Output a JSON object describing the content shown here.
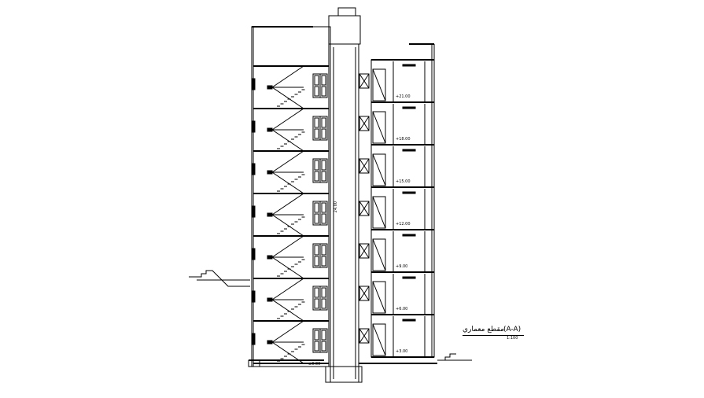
{
  "drawing": {
    "section_title": "مقطع معماري",
    "section_mark": "(A-A)",
    "section_scale": "1:100",
    "floor_count": 7,
    "elevation_tags": [
      "+3.00",
      "+6.00",
      "+9.00",
      "+12.00",
      "+15.00",
      "+18.00",
      "+21.00"
    ],
    "ground_tag": "±0.00",
    "total_height_label": "24.00",
    "colors": {
      "line": "#000000",
      "background": "#ffffff",
      "fill": "#f4f4f4"
    }
  }
}
